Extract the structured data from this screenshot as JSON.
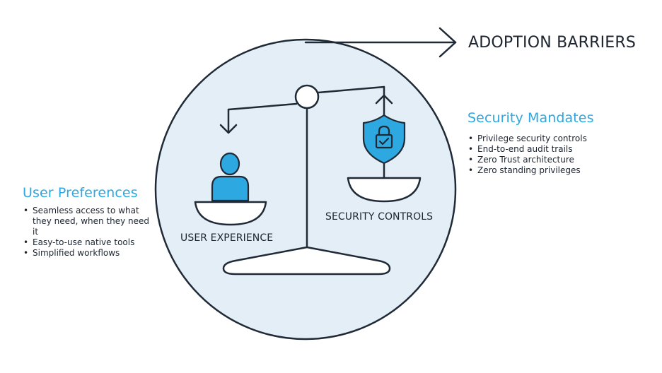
{
  "colors": {
    "accent_blue": "#2da8e0",
    "dark_outline": "#1f2a36",
    "circle_fill": "#e3eef7"
  },
  "title": "ADOPTION BARRIERS",
  "user_preferences": {
    "heading": "User Preferences",
    "items": [
      "Seamless access to what they need, when they need it",
      "Easy-to-use native tools",
      "Simplified workflows"
    ]
  },
  "security_mandates": {
    "heading": "Security Mandates",
    "items": [
      "Privilege security controls",
      "End-to-end audit trails",
      "Zero Trust architecture",
      "Zero standing privileges"
    ]
  },
  "scale": {
    "left_label": "USER EXPERIENCE",
    "right_label": "SECURITY CONTROLS",
    "left_icon": "person-icon",
    "right_icon": "shield-lock-icon"
  }
}
